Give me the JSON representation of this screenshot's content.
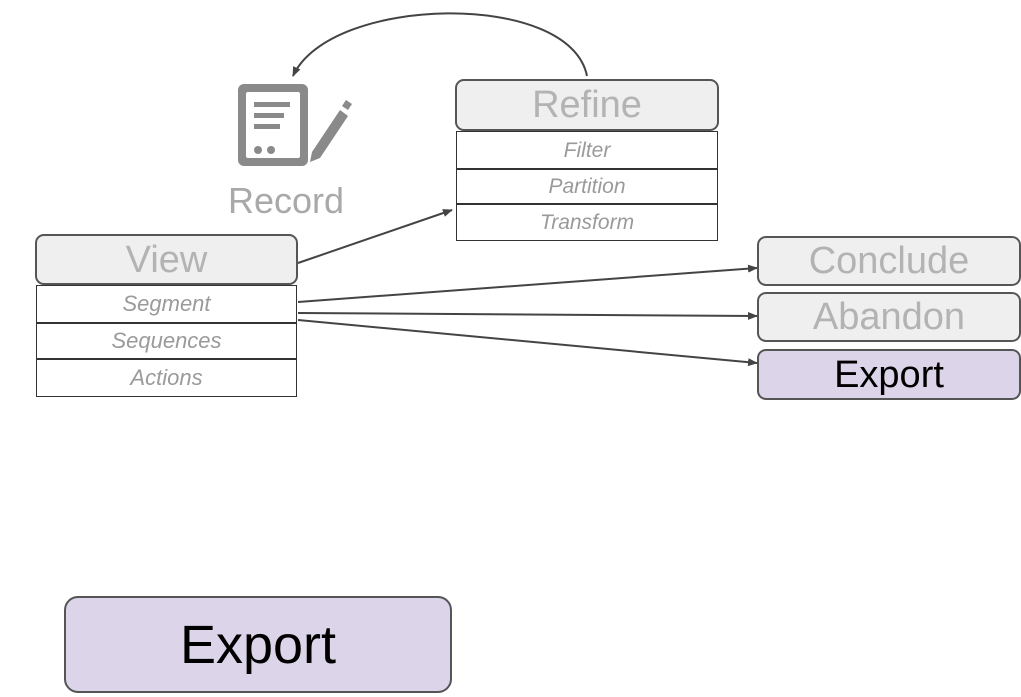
{
  "diagram": {
    "record": {
      "label": "Record",
      "icon": "edit-document-icon"
    },
    "refine": {
      "title": "Refine",
      "items": [
        "Filter",
        "Partition",
        "Transform"
      ]
    },
    "view": {
      "title": "View",
      "items": [
        "Segment",
        "Sequences",
        "Actions"
      ]
    },
    "outcomes": [
      "Conclude",
      "Abandon",
      "Export"
    ],
    "highlight_color": "#dcd4e9"
  },
  "selected": {
    "label": "Export"
  }
}
